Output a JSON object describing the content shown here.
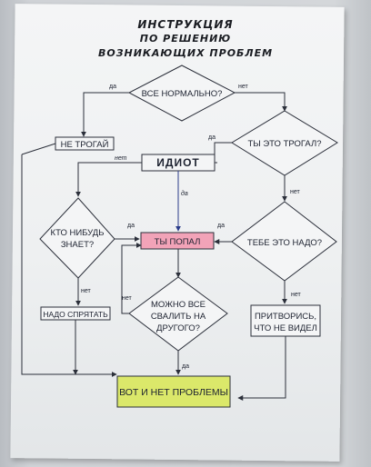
{
  "poster": {
    "title_lines": [
      "ИНСТРУКЦИЯ",
      "ПО РЕШЕНИЮ",
      "ВОЗНИКАЮЩИХ ПРОБЛЕМ"
    ]
  },
  "flowchart": {
    "nodes": {
      "all_ok": "ВСЕ НОРМАЛЬНО?",
      "dont_touch": "НЕ ТРОГАЙ",
      "did_you_touch": "ТЫ ЭТО ТРОГАЛ?",
      "idiot": "ИДИОТ",
      "anyone_knows": [
        "КТО НИБУДЬ",
        "ЗНАЕТ?"
      ],
      "you_got_caught": "ТЫ ПОПАЛ",
      "do_you_need_it": "ТЕБЕ ЭТО НАДО?",
      "hide_it": "НАДО СПРЯТАТЬ",
      "blame_someone": [
        "МОЖНО ВСЕ",
        "СВАЛИТЬ НА",
        "ДРУГОГО?"
      ],
      "pretend": [
        "ПРИТВОРИСЬ,",
        "ЧТО НЕ ВИДЕЛ"
      ],
      "no_problems": "ВОТ И НЕТ ПРОБЛЕМЫ"
    },
    "edge_labels": {
      "yes": "да",
      "no": "нет",
      "handwritten_no": "нет",
      "handwritten_yes": "да"
    },
    "colors": {
      "pink_box": "#f2a3b8",
      "green_box": "#dbe86a",
      "line": "#2b2f3a",
      "hand_arrow": "#2b3c8a"
    }
  }
}
